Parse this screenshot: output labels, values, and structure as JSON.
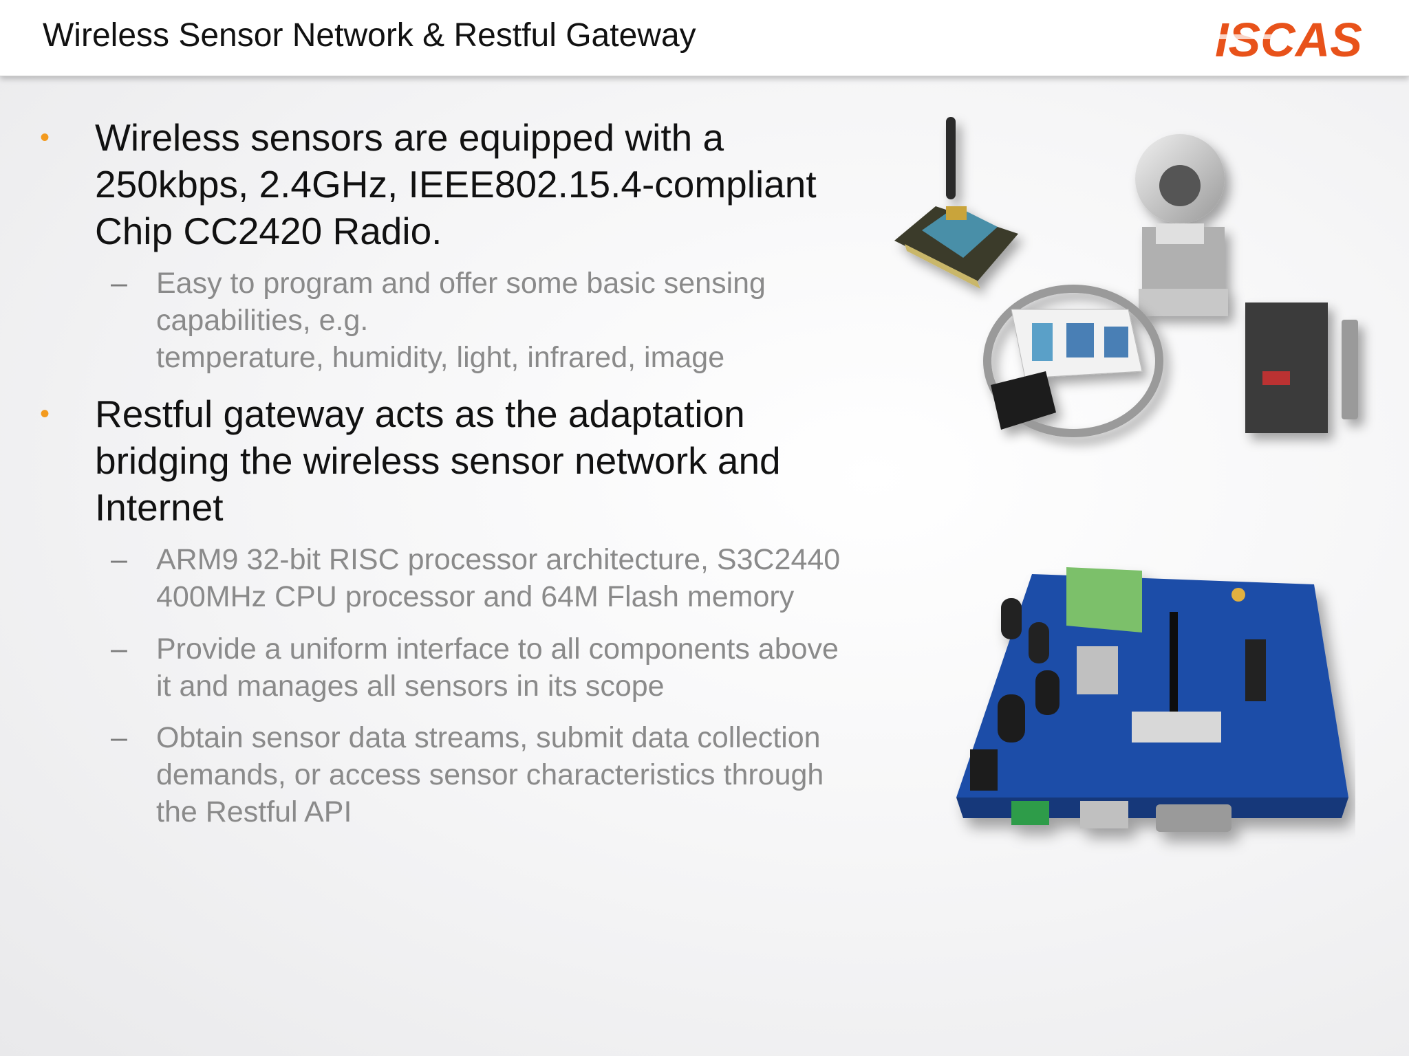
{
  "header": {
    "title": "Wireless Sensor Network & Restful Gateway",
    "logo_text": "ISCAS",
    "logo_color": "#e8521a"
  },
  "bullet_marker": "•",
  "sub_marker": "–",
  "bullets": [
    {
      "lines": [
        "Wireless sensors are equipped with a",
        "250kbps, 2.4GHz, IEEE802.15.4-compliant",
        "Chip CC2420 Radio."
      ],
      "subs": [
        {
          "lines": [
            "Easy to program and offer some basic sensing",
            "capabilities, e.g.",
            "temperature, humidity, light, infrared, image"
          ]
        }
      ]
    },
    {
      "lines": [
        "Restful gateway acts as the adaptation",
        "bridging the wireless sensor network and",
        "Internet"
      ],
      "subs": [
        {
          "lines": [
            "ARM9 32-bit RISC processor architecture, S3C2440",
            "400MHz CPU processor and 64M Flash memory"
          ]
        },
        {
          "lines": [
            "Provide a uniform interface to all components above",
            "it and manages all sensors in its scope"
          ]
        },
        {
          "lines": [
            "Obtain sensor data streams, submit data collection",
            "demands, or access sensor characteristics through",
            "the Restful API"
          ]
        }
      ]
    }
  ],
  "colors": {
    "bullet_dot": "#f39a1e",
    "bullet_text": "#111111",
    "sub_text": "#8a8a8a"
  }
}
